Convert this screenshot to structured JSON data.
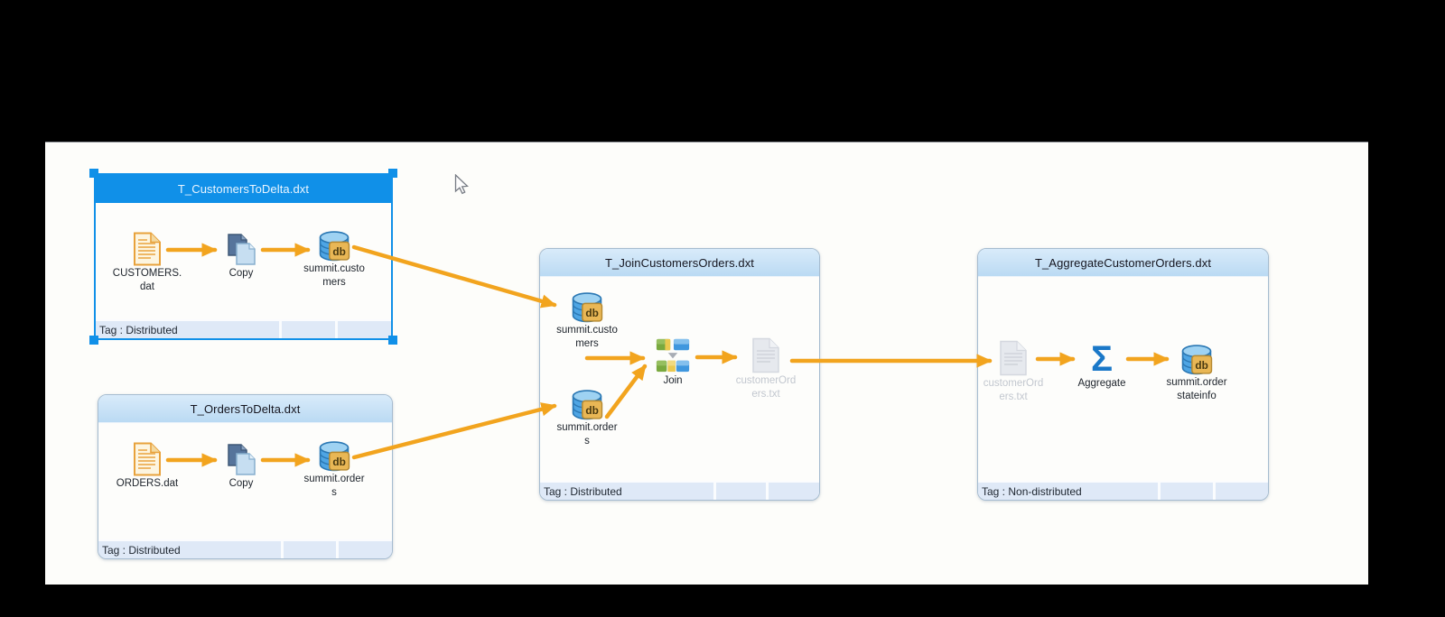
{
  "app": {
    "view": "transformation-map-canvas"
  },
  "colors": {
    "selection_blue": "#1090E8",
    "arrow_orange": "#F2A41E",
    "header_blue_light": "#BADAF3",
    "canvas_bg": "#FDFDFA"
  },
  "icons": {
    "db_badge_text": "db",
    "sigma_glyph": "Σ",
    "file_icon": "file-icon",
    "copy_icon": "copy-icon",
    "database_icon": "database-icon",
    "join_icon": "join-icon",
    "aggregate_icon": "aggregate-sigma-icon",
    "ghost_file_icon": "text-file-ghost-icon",
    "cursor_icon": "arrow-pointer-cursor"
  },
  "boxes": [
    {
      "title": "T_CustomersToDelta.dxt",
      "tag": "Tag : Distributed",
      "selected": true,
      "nodes": [
        {
          "name": "CUSTOMERS.dat",
          "icon": "file-icon",
          "lines": [
            "CUSTOMERS.",
            "dat"
          ]
        },
        {
          "name": "Copy",
          "icon": "copy-icon",
          "lines": [
            "Copy",
            ""
          ]
        },
        {
          "name": "summit.customers",
          "icon": "database-icon",
          "lines": [
            "summit.custo",
            "mers"
          ]
        }
      ]
    },
    {
      "title": "T_OrdersToDelta.dxt",
      "tag": "Tag : Distributed",
      "selected": false,
      "nodes": [
        {
          "name": "ORDERS.dat",
          "icon": "file-icon",
          "lines": [
            "ORDERS.dat",
            ""
          ]
        },
        {
          "name": "Copy",
          "icon": "copy-icon",
          "lines": [
            "Copy",
            ""
          ]
        },
        {
          "name": "summit.orders",
          "icon": "database-icon",
          "lines": [
            "summit.order",
            "s"
          ]
        }
      ]
    },
    {
      "title": "T_JoinCustomersOrders.dxt",
      "tag": "Tag : Distributed",
      "selected": false,
      "nodes": [
        {
          "name": "summit.customers",
          "icon": "database-icon",
          "lines": [
            "summit.custo",
            "mers"
          ]
        },
        {
          "name": "summit.orders",
          "icon": "database-icon",
          "lines": [
            "summit.order",
            "s"
          ]
        },
        {
          "name": "Join",
          "icon": "join-icon",
          "lines": [
            "Join",
            ""
          ]
        },
        {
          "name": "customerOrders.txt",
          "icon": "text-file-ghost-icon",
          "ghost": true,
          "lines": [
            "customerOrd",
            "ers.txt"
          ]
        }
      ]
    },
    {
      "title": "T_AggregateCustomerOrders.dxt",
      "tag": "Tag : Non-distributed",
      "selected": false,
      "nodes": [
        {
          "name": "customerOrders.txt",
          "icon": "text-file-ghost-icon",
          "ghost": true,
          "lines": [
            "customerOrd",
            "ers.txt"
          ]
        },
        {
          "name": "Aggregate",
          "icon": "aggregate-sigma-icon",
          "lines": [
            "Aggregate",
            ""
          ]
        },
        {
          "name": "summit.orderstateinfo",
          "icon": "database-icon",
          "lines": [
            "summit.order",
            "stateinfo"
          ]
        }
      ]
    }
  ]
}
